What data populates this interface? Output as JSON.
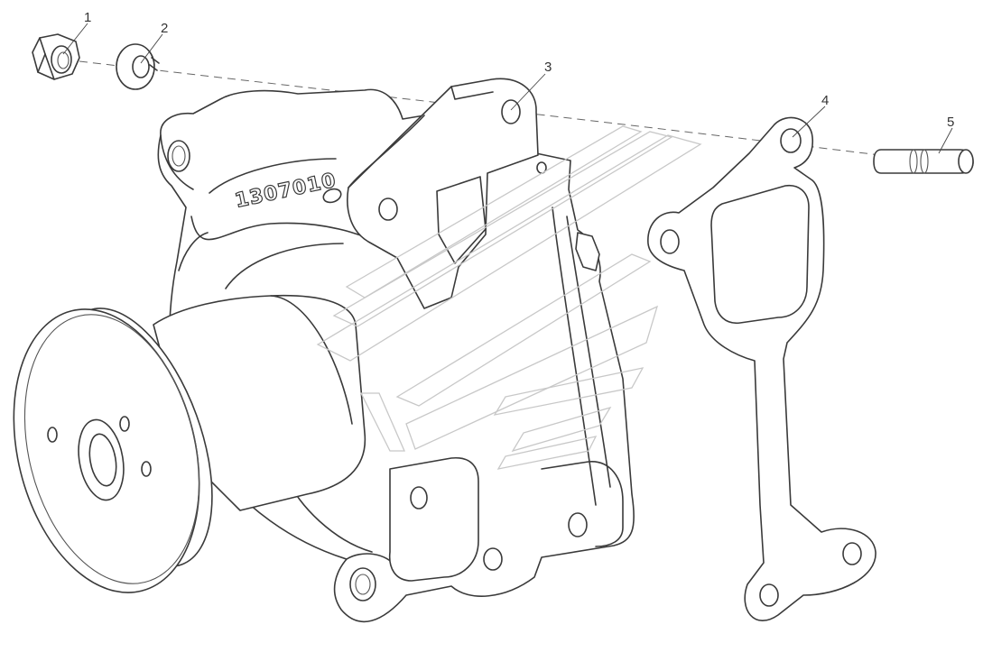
{
  "diagram": {
    "colors": {
      "line": "#3a3a3a",
      "watermark": "#c8c8c8",
      "background": "#ffffff"
    },
    "housing_marking": "1307010",
    "callouts": [
      {
        "id": "part-1",
        "label": "1"
      },
      {
        "id": "part-2",
        "label": "2"
      },
      {
        "id": "part-3",
        "label": "3"
      },
      {
        "id": "part-4",
        "label": "4"
      },
      {
        "id": "part-5",
        "label": "5"
      }
    ]
  }
}
